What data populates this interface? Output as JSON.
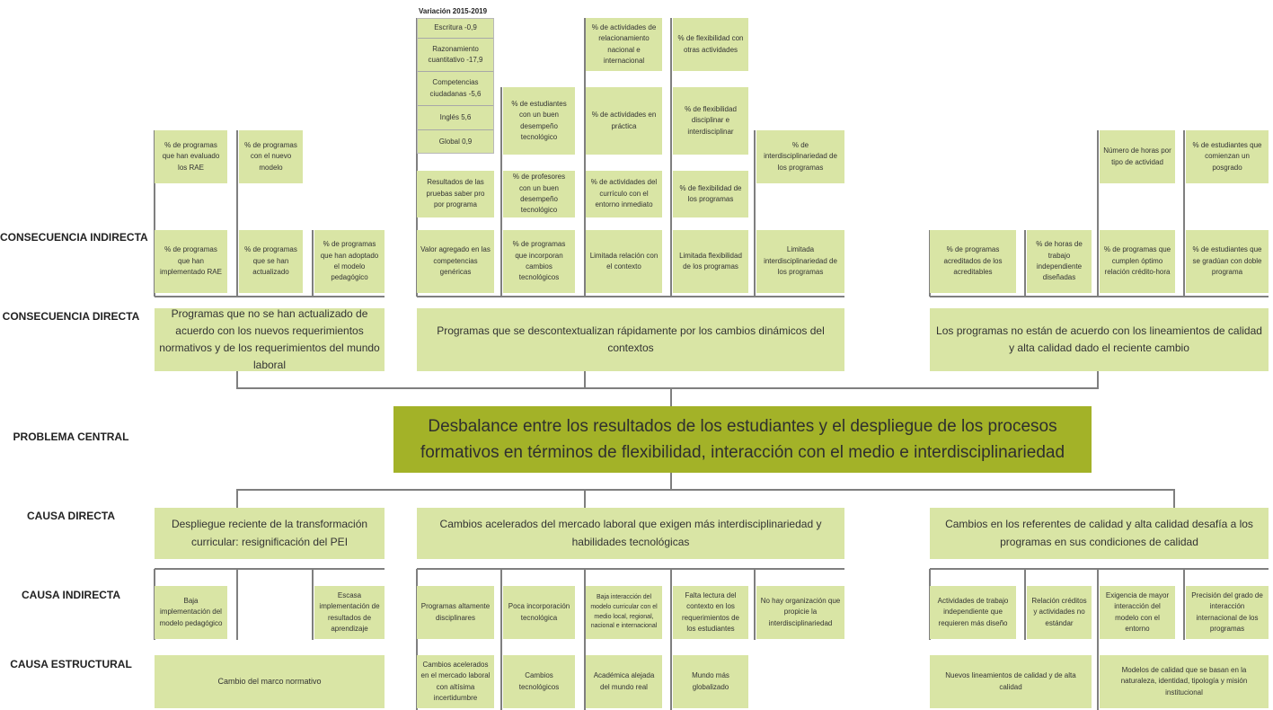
{
  "row_labels": {
    "consecuencia_indirecta": "CONSECUENCIA INDIRECTA",
    "consecuencia_directa": "CONSECUENCIA DIRECTA",
    "problema_central": "PROBLEMA CENTRAL",
    "causa_directa": "CAUSA DIRECTA",
    "causa_indirecta": "CAUSA INDIRECTA",
    "causa_estructural": "CAUSA ESTRUCTURAL"
  },
  "variacion": {
    "title": "Variación 2015-2019",
    "items": [
      "Escritura -0,9",
      "Razonamiento cuantitativo -17,9",
      "Competencias ciudadanas -5,6",
      "Inglés 5,6",
      "Global 0,9"
    ]
  },
  "indicators": {
    "programas_evaluado_rae": "% de programas que han evaluado los RAE",
    "programas_nuevo_modelo": "% de programas con el nuevo modelo",
    "estudiantes_buen_desempeno": "% de estudiantes con un buen desempeño tecnológico",
    "resultados_saber_pro": "Resultados de las pruebas saber pro por programa",
    "profesores_buen_desempeno": "% de profesores con un buen desempeño tecnológico",
    "actividades_relacionamiento": "% de actividades de relacionamiento nacional e internacional",
    "actividades_practica": "% de actividades en práctica",
    "actividades_curriculo": "% de actividades del currículo con el entorno inmediato",
    "flexibilidad_otras": "% de flexibilidad con otras actividades",
    "flexibilidad_disciplinar": "% de flexibilidad disciplinar e interdisciplinar",
    "flexibilidad_programas": "% de flexibilidad de los programas",
    "interdisciplinariedad_programas": "% de interdisciplinariedad de los programas",
    "numero_horas_tipo": "Número de horas por tipo de actividad",
    "estudiantes_posgrado": "% de estudiantes que comienzan un posgrado"
  },
  "consecuencias_indirectas": {
    "programas_implementado_rae": "% de programas que han implementado RAE",
    "programas_actualizado": "% de programas que se han actualizado",
    "programas_adoptado_modelo": "% de programas que han adoptado el modelo pedagógico",
    "valor_agregado": "Valor agregado en las competencias genéricas",
    "programas_cambios_tecnologicos": "% de programas que incorporan cambios tecnológicos",
    "limitada_relacion": "Limitada relación con el contexto",
    "limitada_flexibilidad": "Limitada flexibilidad de los programas",
    "limitada_interdisciplinariedad": "Limitada interdisciplinariedad de los programas",
    "programas_acreditados": "% de programas acreditados de los acreditables",
    "horas_trabajo_independiente": "% de horas de trabajo independiente diseñadas",
    "programas_optimo_credito": "% de programas que cumplen óptimo relación crédito-hora",
    "estudiantes_doble_programa": "% de estudiantes que se gradúan con doble programa"
  },
  "consecuencias_directas": {
    "c1": "Programas que no se han actualizado de acuerdo con los nuevos requerimientos normativos y de los requerimientos del mundo laboral",
    "c2": "Programas que se descontextualizan rápidamente por los cambios dinámicos del contextos",
    "c3": "Los programas no están de acuerdo con los lineamientos de calidad y alta calidad dado el reciente cambio"
  },
  "problema_central": "Desbalance entre los resultados de los estudiantes y el despliegue de los procesos formativos en términos de flexibilidad, interacción con el medio e interdisciplinariedad",
  "causas_directas": {
    "d1": "Despliegue reciente de la transformación curricular: resignificación del PEI",
    "d2": "Cambios acelerados del mercado laboral que exigen más interdisciplinariedad y habilidades tecnológicas",
    "d3": "Cambios en los referentes de calidad y alta calidad desafía a los programas en sus condiciones de calidad"
  },
  "causas_indirectas": {
    "baja_implementacion": "Baja implementación del modelo pedagógico",
    "escasa_implementacion": "Escasa implementación de resultados de aprendizaje",
    "programas_disciplinares": "Programas altamente disciplinares",
    "poca_incorporacion": "Poca incorporación tecnológica",
    "baja_interaccion": "Baja interacción del modelo curricular con el medio local, regional, nacional e internacional",
    "falta_lectura": "Falta lectura del contexto en los requerimientos de los estudiantes",
    "no_organizacion": "No hay organización que propicie la interdisciplinariedad",
    "actividades_trabajo": "Actividades de trabajo independiente que requieren más diseño",
    "relacion_creditos": "Relación créditos y actividades no estándar",
    "exigencia_interaccion": "Exigencia de mayor interacción del modelo con el entorno",
    "precision_grado": "Precisión del grado de interacción internacional de los programas"
  },
  "causas_estructurales": {
    "cambio_marco": "Cambio del marco normativo",
    "cambios_mercado": "Cambios acelerados en el mercado laboral con altísima incertidumbre",
    "cambios_tecnologicos": "Cambios tecnológicos",
    "academica_alejada": "Académica alejada del mundo real",
    "mundo_globalizado": "Mundo más globalizado",
    "nuevos_lineamientos": "Nuevos lineamientos de calidad y de alta calidad",
    "modelos_calidad": "Modelos de calidad que se basan en la naturaleza, identidad, tipología y misión institucional"
  },
  "colors": {
    "box": "#d9e5a5",
    "central": "#a3b228",
    "connector": "#7f7f7f"
  }
}
